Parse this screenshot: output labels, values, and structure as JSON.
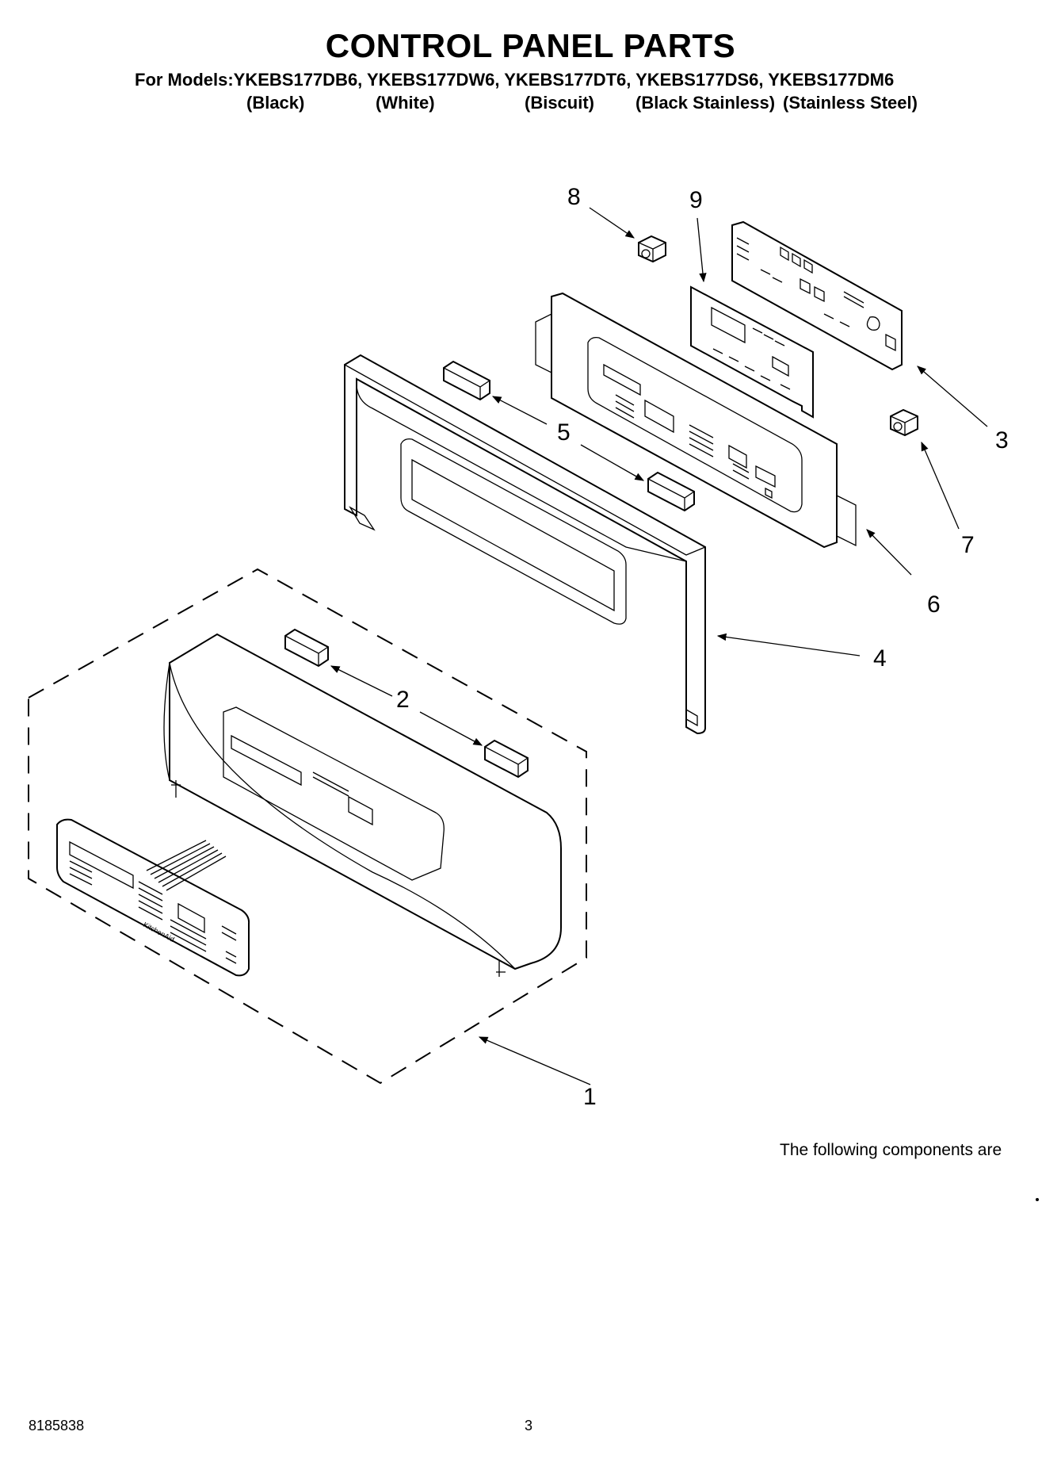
{
  "header": {
    "title": "CONTROL PANEL PARTS",
    "models_line": "For Models:YKEBS177DB6, YKEBS177DW6, YKEBS177DT6, YKEBS177DS6, YKEBS177DM6",
    "colors": [
      "(Black)",
      "(White)",
      "(Biscuit)",
      "(Black Stainless)",
      "(Stainless Steel)"
    ]
  },
  "callouts": [
    "1",
    "2",
    "3",
    "4",
    "5",
    "6",
    "7",
    "8",
    "9"
  ],
  "note": "The following components are",
  "brand_text": "KitchenAid",
  "footer": {
    "doc_number": "8185838",
    "page_number": "3"
  }
}
